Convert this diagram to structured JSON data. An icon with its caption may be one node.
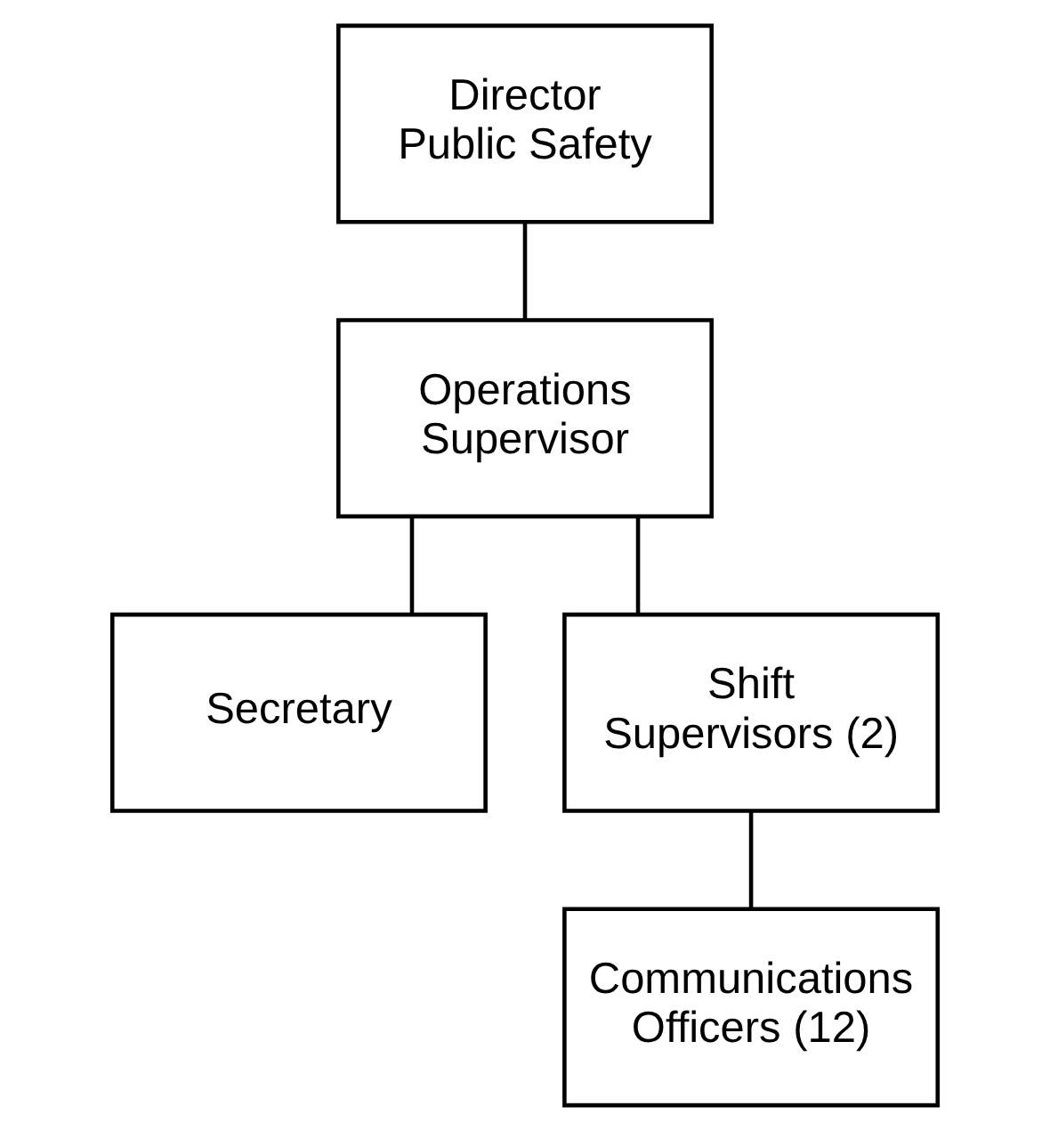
{
  "diagram": {
    "nodes": [
      {
        "text": [
          "Director Public Safety"
        ]
      },
      {
        "text": [
          "Operations Supervisor"
        ]
      },
      {
        "text": [
          "Secretary"
        ]
      },
      {
        "text": [
          "Shift Supervisors (2)"
        ]
      },
      {
        "text": [
          "Communications Officers (12)"
        ]
      }
    ],
    "edges": [
      {
        "from": 0,
        "to": 1,
        "arrow": "none"
      },
      {
        "from": 1,
        "to": 2,
        "arrow": "none"
      },
      {
        "from": 1,
        "to": 3,
        "arrow": "none"
      },
      {
        "from": 3,
        "to": 4,
        "arrow": "none"
      }
    ]
  }
}
